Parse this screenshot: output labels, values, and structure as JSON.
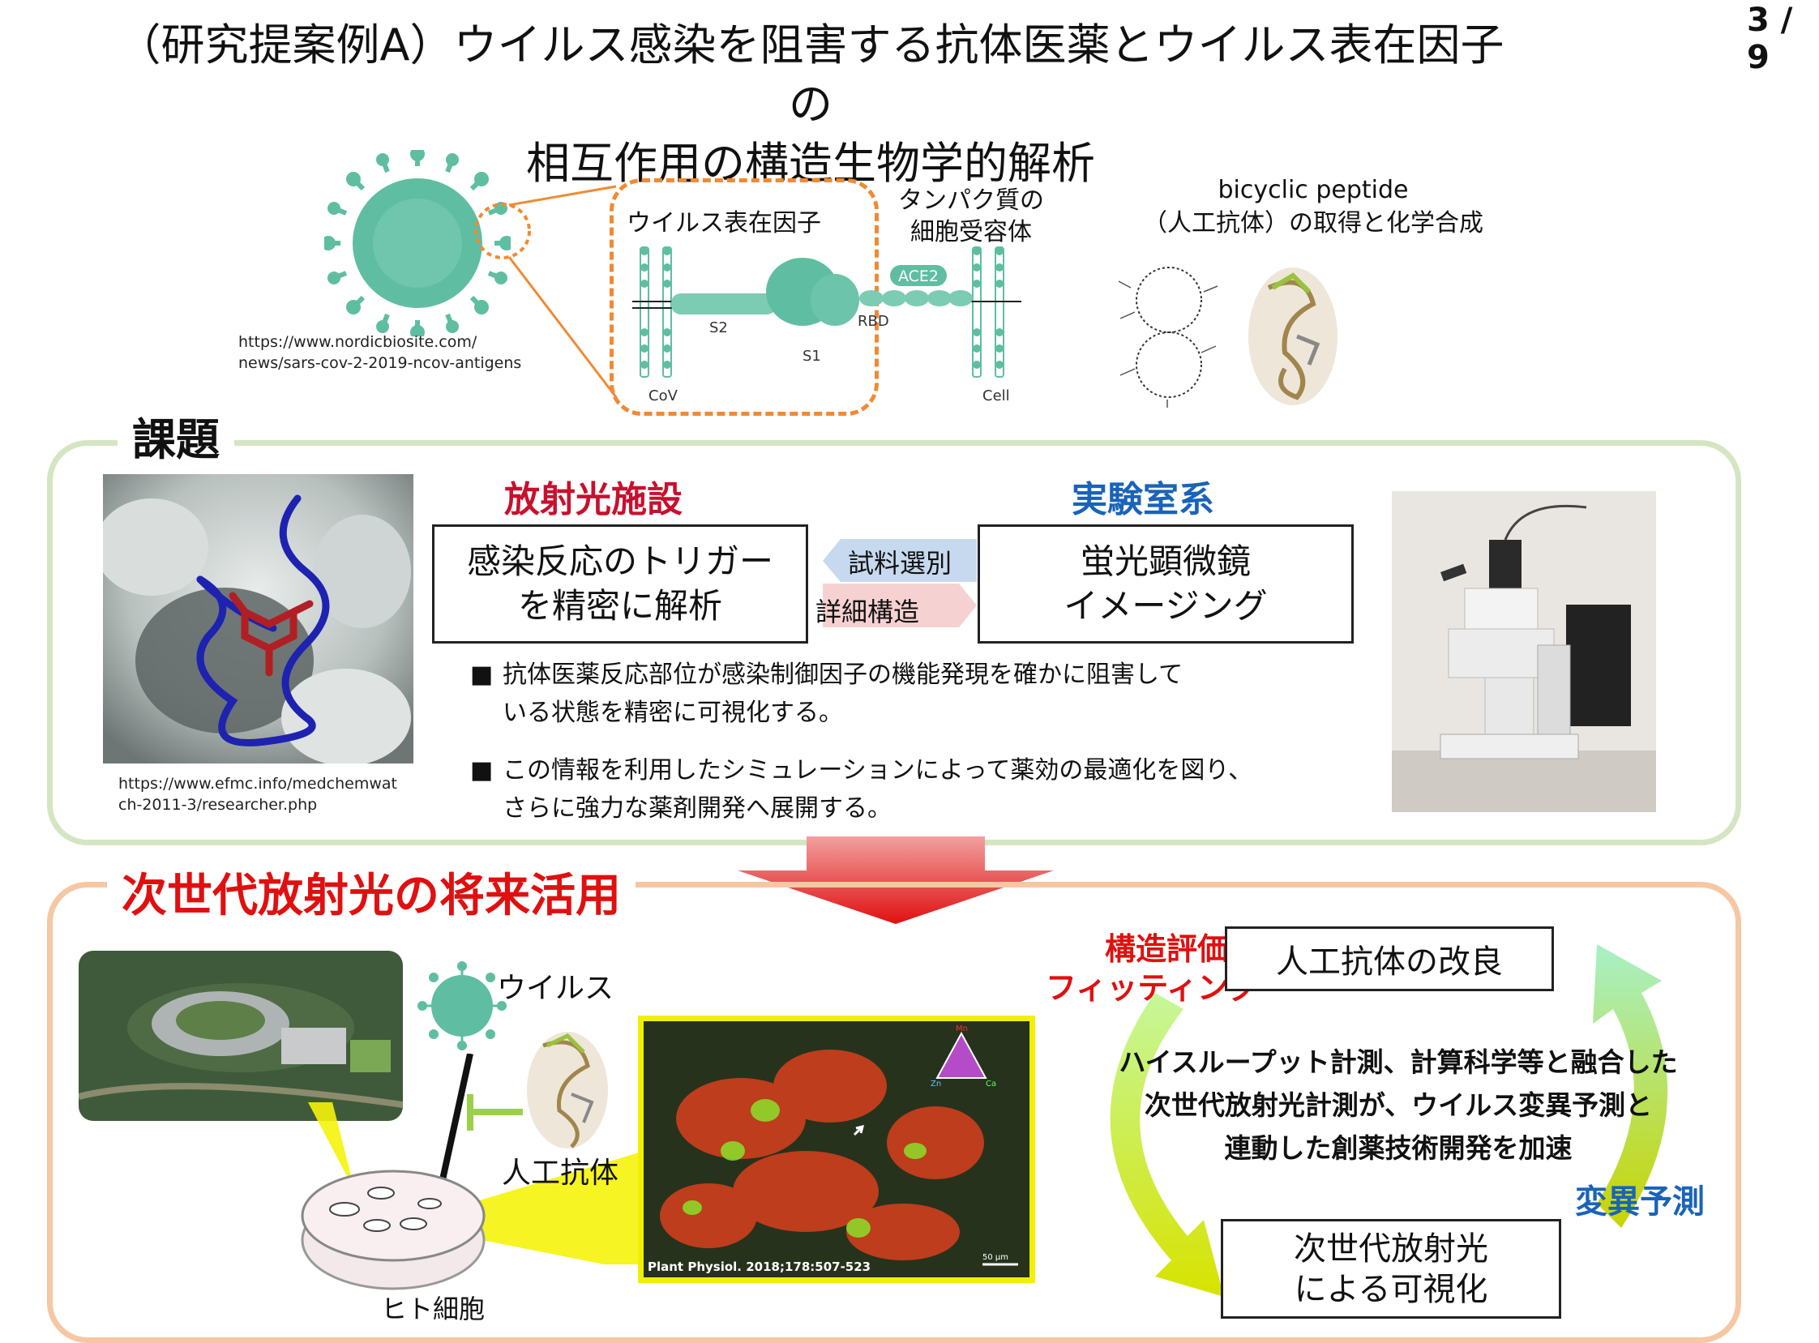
{
  "page": {
    "number": "3 / 9",
    "title_line1": "（研究提案例A）ウイルス感染を阻害する抗体医薬とウイルス表在因子の",
    "title_line2": "相互作用の構造生物学的解析"
  },
  "top_figure": {
    "virus_credit": "https://www.nordicbiosite.com/\nnews/sars-cov-2-2019-ncov-antigens",
    "surface_factor_label": "ウイルス表在因子",
    "receptor_label": "タンパク質の\n細胞受容体",
    "s2": "S2",
    "s1": "S1",
    "rbd": "RBD",
    "ace2": "ACE2",
    "cov": "CoV",
    "cell": "Cell",
    "peptide_line1": "bicyclic peptide",
    "peptide_line2": "（人工抗体）の取得と化学合成"
  },
  "section_kadai": {
    "heading": "課題",
    "facility": "放射光施設",
    "lab": "実験室系",
    "box_left": "感染反応のトリガー\nを精密に解析",
    "box_right": "蛍光顕微鏡\nイメージング",
    "arrow_left_label": "試料選別",
    "arrow_right_label": "詳細構造",
    "bullet1": "抗体医薬反応部位が感染制御因子の機能発現を確かに阻害して\nいる状態を精密に可視化する。",
    "bullet2": "この情報を利用したシミュレーションによって薬効の最適化を図り、\nさらに強力な薬剤開発へ展開する。",
    "bullet_mark": "■",
    "structure_credit": "https://www.efmc.info/medchemwat\nch-2011-3/researcher.php"
  },
  "section_future": {
    "heading": "次世代放射光の将来活用",
    "virus": "ウイルス",
    "antibody": "人工抗体",
    "cell": "ヒト細胞",
    "micro_credit": "Plant Physiol. 2018;178:507-523",
    "scale": "50 μm",
    "tri_top": "Mn",
    "tri_left": "Zn",
    "tri_right": "Ca",
    "cycle_left_label": "構造評価、\nフィッティング",
    "box_top": "人工抗体の改良",
    "box_bottom": "次世代放射光\nによる可視化",
    "cycle_center": "ハイスループット計測、計算科学等と融合した\n次世代放射光計測が、ウイルス変異予測と\n連動した創薬技術開発を加速",
    "cycle_right_label": "変異予測"
  },
  "colors": {
    "red": "#e01010",
    "blue": "#1a63b8",
    "green_frame": "#d5e5c2",
    "orange_frame": "#f6c7a3",
    "virus_teal": "#5fbea2"
  }
}
